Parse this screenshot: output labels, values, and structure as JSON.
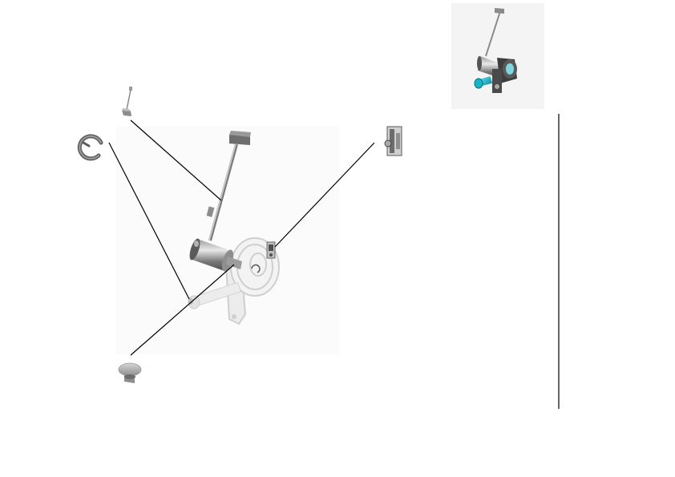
{
  "colors": {
    "leader_line": "#000000",
    "part_dark": "#6a6a6a",
    "part_mid": "#a7a7a7",
    "part_light": "#d8d8d8",
    "ghost_part": "#dedede",
    "context_backdrop": "#f5f5f5",
    "highlight_bushing": "#18b4c8",
    "divider": "#000000"
  },
  "parts": [
    {
      "id": "spring-pin",
      "icon": "spring-pin-icon"
    },
    {
      "id": "e-clip",
      "icon": "e-clip-icon"
    },
    {
      "id": "pivot-bracket",
      "icon": "pivot-bracket-icon"
    },
    {
      "id": "knob-cap",
      "icon": "knob-cap-icon"
    }
  ]
}
